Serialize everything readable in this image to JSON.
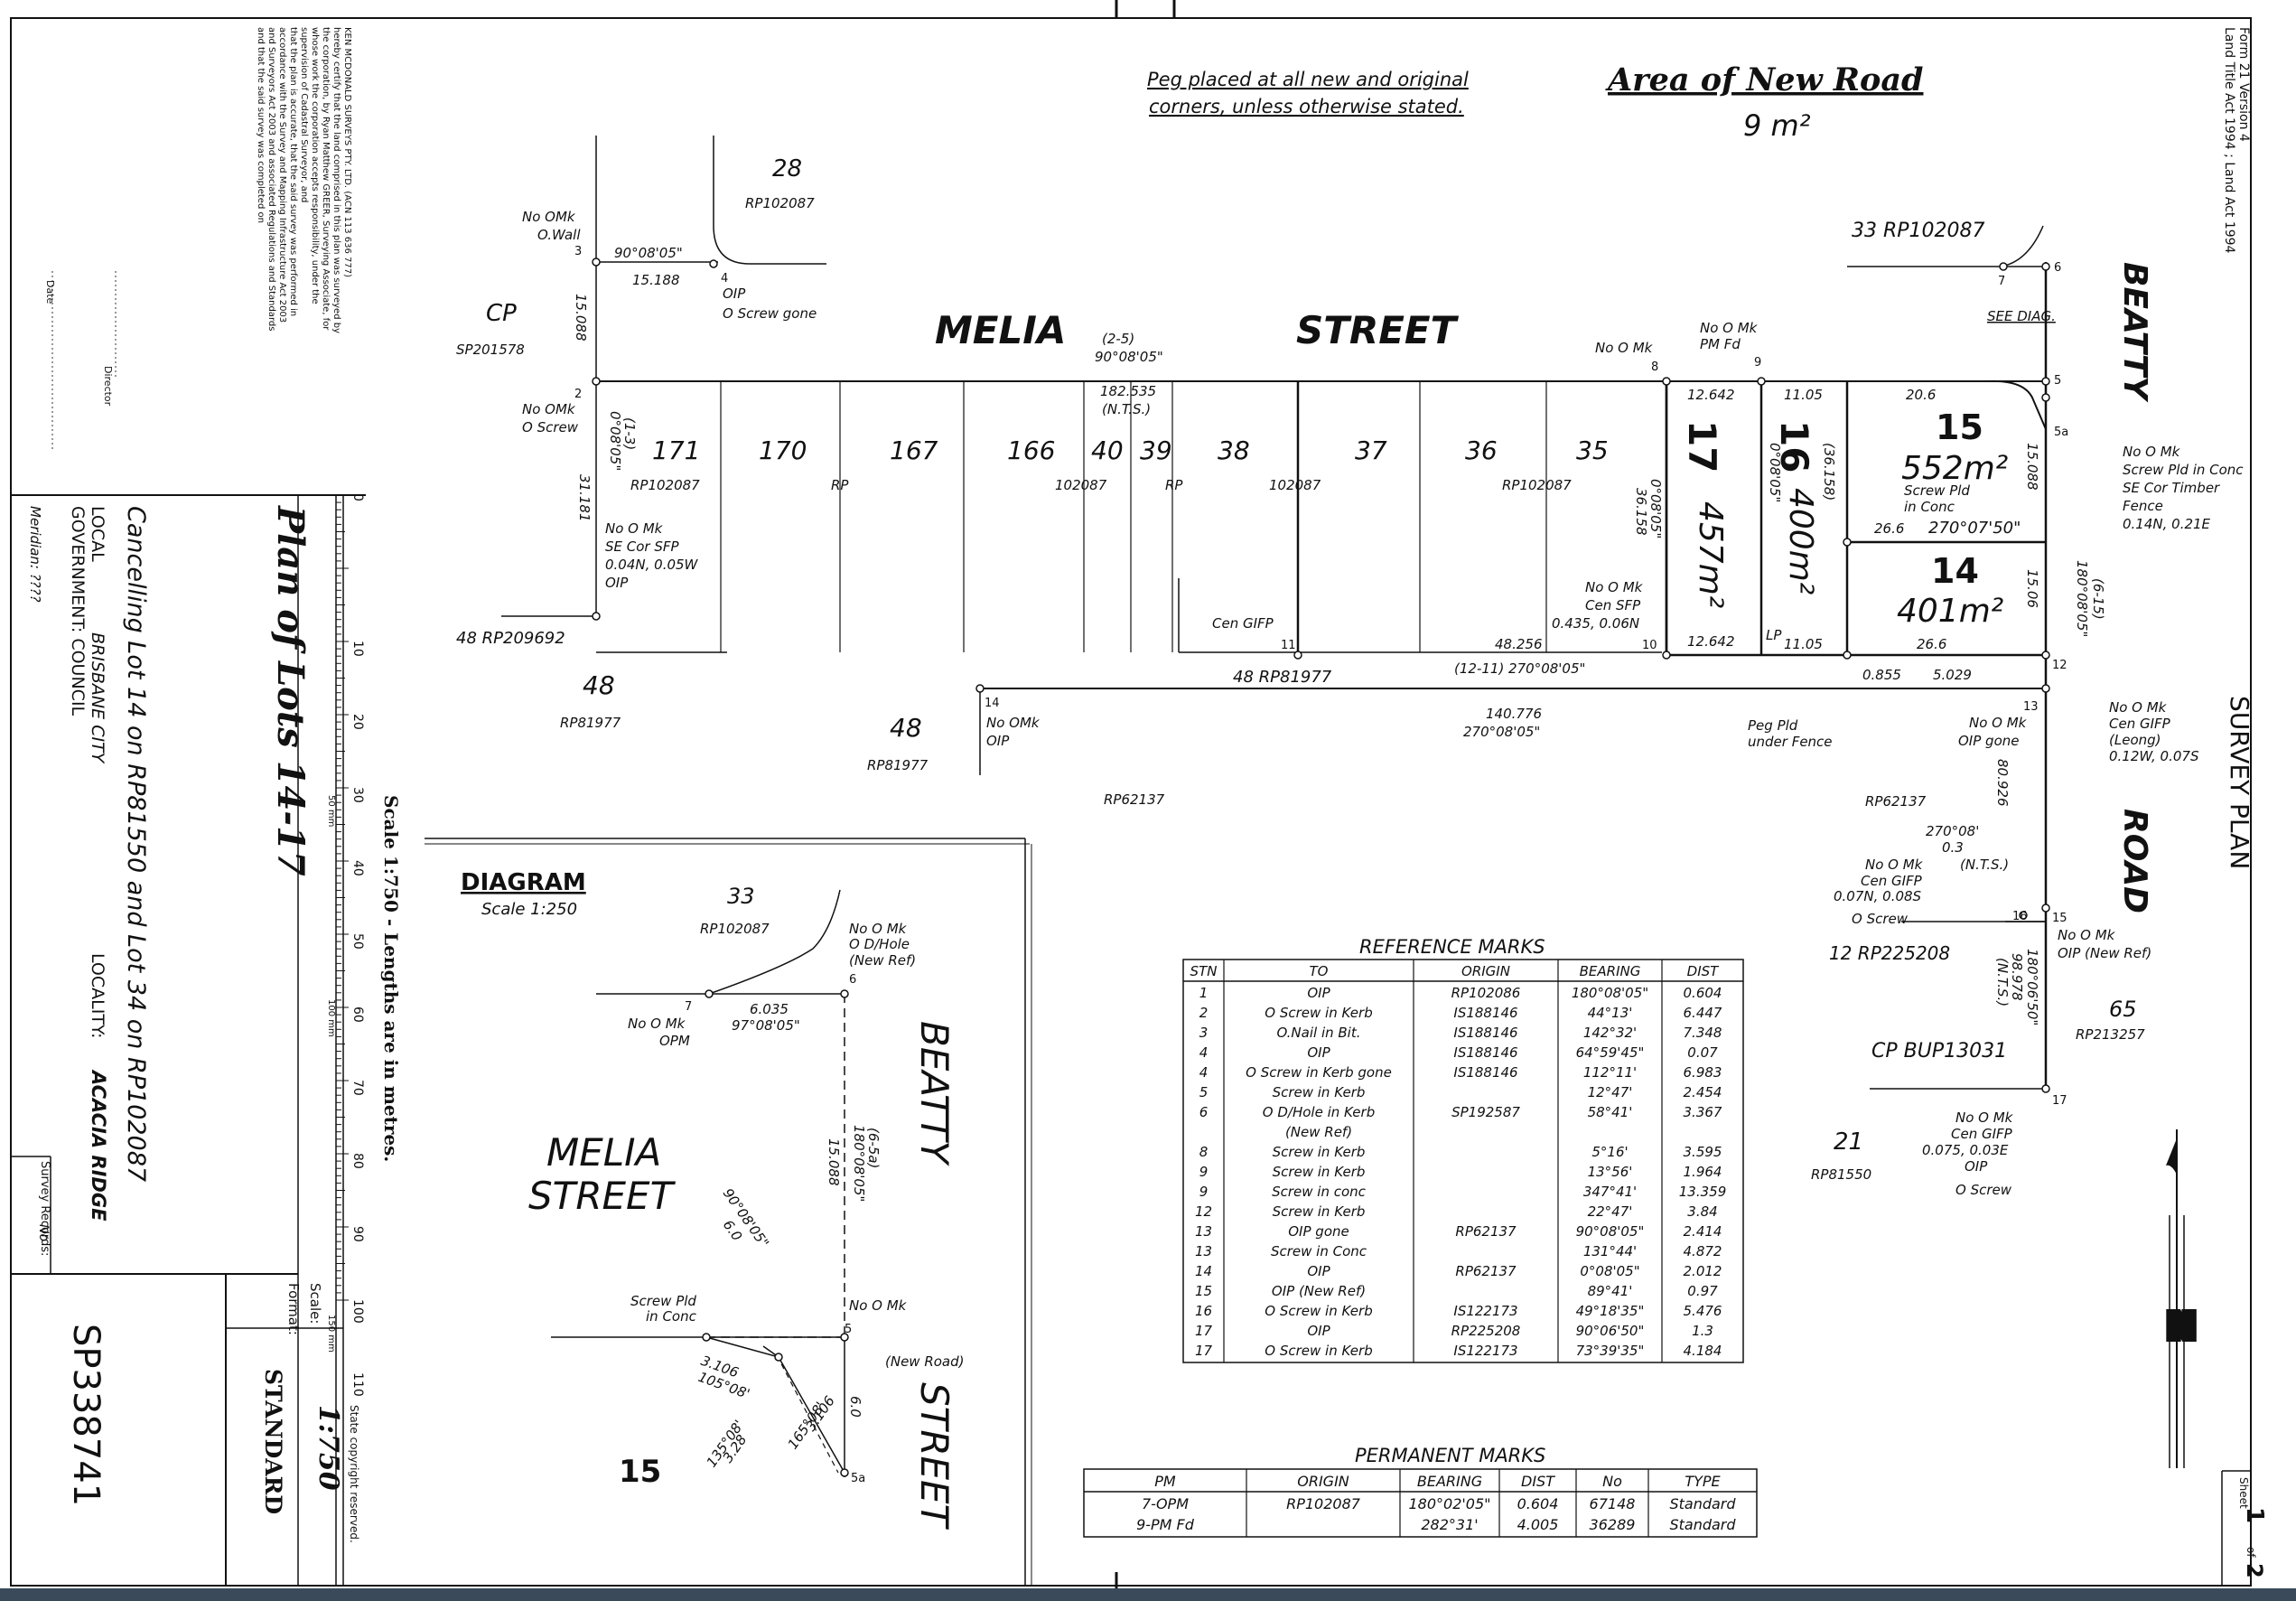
{
  "header": {
    "peg_note_1": "Peg placed at all new and original",
    "peg_note_2": "corners, unless otherwise stated.",
    "area_title": "Area of New Road",
    "area_value": "9 m²"
  },
  "right_margin": {
    "act_line_1": "Land Title Act 1994 ; Land Act 1994",
    "act_line_2": "Form 21 Version 4",
    "survey_plan": "SURVEY PLAN",
    "sheet_label": "Sheet",
    "sheet_num": "1",
    "sheet_of": "of",
    "sheet_total": "2",
    "north": "N"
  },
  "left_margin": {
    "certificate": [
      "KEN MCDONALD SURVEYS PTY. LTD. (ACN 113 636 777)",
      "hereby certify that the land comprised in this plan was surveyed by",
      "the corporation, by Ryan Matthew GREER, Surveying Associate, for",
      "whose work the corporation accepts responsibility, under the",
      "supervision of Cadastral Surveyor, and",
      "that the plan is accurate, that the said survey was performed in",
      "accordance with the Survey and Mapping Infrastructure Act 2003",
      "and Surveyors Act 2003 and associated Regulations and Standards",
      "and that the said survey was completed on"
    ],
    "director": "Director",
    "date": "Date",
    "plan_title": "Plan of Lots 14-17",
    "cancelling": "Cancelling Lot 14 on RP81550 and Lot 34 on RP102087",
    "local_gov_label": "LOCAL GOVERNMENT:",
    "local_gov_line1": "LOCAL",
    "local_gov_value": "BRISBANE CITY",
    "local_gov_line2": "GOVERNMENT: COUNCIL",
    "locality_label": "LOCALITY:",
    "locality_value": "ACACIA RIDGE",
    "meridian": "Meridian: ????",
    "survey_records": "Survey Records:",
    "survey_records_value": "No",
    "plan_number": "SP338741",
    "format_label": "Format:",
    "format_value": "STANDARD",
    "scale_label": "Scale:",
    "scale_value": "1:750",
    "copyright": "State copyright reserved.",
    "scale_note": "Scale 1:750 - Lengths are in metres.",
    "ruler_mm_labels": [
      "0",
      "10",
      "20",
      "30",
      "40",
      "50",
      "60",
      "70",
      "80",
      "90",
      "100",
      "110"
    ],
    "ruler_unit_labels": [
      "0",
      "50 mm",
      "100 mm",
      "150 mm"
    ]
  },
  "main_plan": {
    "street1_a": "MELIA",
    "street1_b": "STREET",
    "street2_a": "BEATTY",
    "street2_b": "ROAD",
    "lots": [
      {
        "lot": "171"
      },
      {
        "lot": "170"
      },
      {
        "lot": "167"
      },
      {
        "lot": "166"
      },
      {
        "lot": "40"
      },
      {
        "lot": "39"
      },
      {
        "lot": "38"
      },
      {
        "lot": "37"
      },
      {
        "lot": "36"
      },
      {
        "lot": "35"
      }
    ],
    "new_lots": {
      "l17": "17",
      "l17_area": "457m²",
      "l16": "16",
      "l16_area": "400m²",
      "l15": "15",
      "l15_area": "552m²",
      "l14": "14",
      "l14_area": "401m²"
    },
    "labels": [
      "28",
      "RP102087",
      "No OMk",
      "O.Wall",
      "90°08'05\"",
      "15.188",
      "OIP",
      "O Screw gone",
      "CP",
      "SP201578",
      "15.088",
      "No OMk",
      "O Screw",
      "(1-3)",
      "0°08'05\"",
      "31.181",
      "RP102087",
      "RP",
      "102087",
      "RP",
      "102087",
      "RP102087",
      "No O Mk",
      "SE Cor SFP",
      "0.04N, 0.05W",
      "OIP",
      "48 RP209692",
      "48",
      "RP81977",
      "48",
      "RP81977",
      "48 RP81977",
      "(2-5)",
      "90°08'05\"",
      "182.535",
      "(N.T.S.)",
      "Cen GIFP",
      "No O Mk",
      "Cen SFP",
      "0.435, 0.06N",
      "48.256",
      "(12-11) 270°08'05\"",
      "140.776",
      "270°08'05\"",
      "No OMk",
      "OIP",
      "RP62137",
      "RP62137",
      "No O Mk",
      "PM Fd",
      "No O Mk",
      "12.642",
      "11.05",
      "20.6",
      "12.642",
      "11.05",
      "26.6",
      "0°08'05\"",
      "36.158",
      "0°08'05\"",
      "(36.158)",
      "Screw Pld",
      "in Conc",
      "26.6",
      "270°07'50\"",
      "15.088",
      "15.06",
      "(6-15)",
      "180°08'05\"",
      "LP",
      "0.855",
      "5.029",
      "Peg Pld",
      "under Fence",
      "33 RP102087",
      "SEE DIAG.",
      "No O Mk",
      "Screw Pld in Conc",
      "SE Cor Timber",
      "Fence",
      "0.14N, 0.21E",
      "No O Mk",
      "Cen GIFP",
      "(Leong)",
      "0.12W, 0.07S",
      "No O Mk",
      "OIP gone",
      "270°08'",
      "0.3",
      "(N.T.S.)",
      "80.926",
      "No O Mk",
      "Cen GIFP",
      "0.07N, 0.08S",
      "O Screw",
      "No O Mk",
      "OIP (New Ref)",
      "12 RP225208",
      "180°06'50\"",
      "98.978",
      "(N.T.S.)",
      "65",
      "RP213257",
      "CP BUP13031",
      "21",
      "RP81550",
      "No O Mk",
      "Cen GIFP",
      "0.075, 0.03E",
      "OIP",
      "O Screw"
    ],
    "points": [
      "3",
      "4",
      "2",
      "8",
      "9",
      "7",
      "6",
      "5",
      "5a",
      "10",
      "11",
      "12",
      "13",
      "14",
      "15",
      "16",
      "17"
    ]
  },
  "diagram": {
    "title": "DIAGRAM",
    "scale": "Scale 1:250",
    "street_a": "MELIA",
    "street_b": "STREET",
    "road_a": "BEATTY",
    "road_b": "STREET",
    "labels": [
      "33",
      "RP102087",
      "No O Mk",
      "O D/Hole",
      "(New Ref)",
      "No O Mk",
      "OPM",
      "6.035",
      "97°08'05\"",
      "(6-5a)",
      "180°08'05\"",
      "15.088",
      "90°08'05\"",
      "6.0",
      "Screw Pld",
      "in Conc",
      "No O Mk",
      "(New Road)",
      "3.106",
      "105°08'",
      "3.106",
      "165°08'",
      "135°08'",
      "3.28",
      "6.0",
      "15"
    ],
    "points": [
      "7",
      "6",
      "5",
      "5a"
    ]
  },
  "reference_marks": {
    "title": "REFERENCE MARKS",
    "headers": [
      "STN",
      "TO",
      "ORIGIN",
      "BEARING",
      "DIST"
    ],
    "rows": [
      [
        "1",
        "OIP",
        "RP102086",
        "180°08'05\"",
        "0.604"
      ],
      [
        "2",
        "O Screw in Kerb",
        "IS188146",
        "44°13'",
        "6.447"
      ],
      [
        "3",
        "O.Nail in Bit.",
        "IS188146",
        "142°32'",
        "7.348"
      ],
      [
        "4",
        "OIP",
        "IS188146",
        "64°59'45\"",
        "0.07"
      ],
      [
        "4",
        "O Screw in Kerb gone",
        "IS188146",
        "112°11'",
        "6.983"
      ],
      [
        "5",
        "Screw in Kerb",
        "",
        "12°47'",
        "2.454"
      ],
      [
        "6",
        "O D/Hole in Kerb",
        "SP192587",
        "58°41'",
        "3.367"
      ],
      [
        "",
        "(New Ref)",
        "",
        "",
        ""
      ],
      [
        "8",
        "Screw in Kerb",
        "",
        "5°16'",
        "3.595"
      ],
      [
        "9",
        "Screw in Kerb",
        "",
        "13°56'",
        "1.964"
      ],
      [
        "9",
        "Screw in conc",
        "",
        "347°41'",
        "13.359"
      ],
      [
        "12",
        "Screw in Kerb",
        "",
        "22°47'",
        "3.84"
      ],
      [
        "13",
        "OIP gone",
        "RP62137",
        "90°08'05\"",
        "2.414"
      ],
      [
        "13",
        "Screw in Conc",
        "",
        "131°44'",
        "4.872"
      ],
      [
        "14",
        "OIP",
        "RP62137",
        "0°08'05\"",
        "2.012"
      ],
      [
        "15",
        "OIP (New Ref)",
        "",
        "89°41'",
        "0.97"
      ],
      [
        "16",
        "O Screw in Kerb",
        "IS122173",
        "49°18'35\"",
        "5.476"
      ],
      [
        "17",
        "OIP",
        "RP225208",
        "90°06'50\"",
        "1.3"
      ],
      [
        "17",
        "O Screw in Kerb",
        "IS122173",
        "73°39'35\"",
        "4.184"
      ]
    ]
  },
  "permanent_marks": {
    "title": "PERMANENT MARKS",
    "headers": [
      "PM",
      "ORIGIN",
      "BEARING",
      "DIST",
      "No",
      "TYPE"
    ],
    "rows": [
      [
        "7-OPM",
        "RP102087",
        "180°02'05\"",
        "0.604",
        "67148",
        "Standard"
      ],
      [
        "9-PM Fd",
        "",
        "282°31'",
        "4.005",
        "36289",
        "Standard"
      ]
    ]
  }
}
